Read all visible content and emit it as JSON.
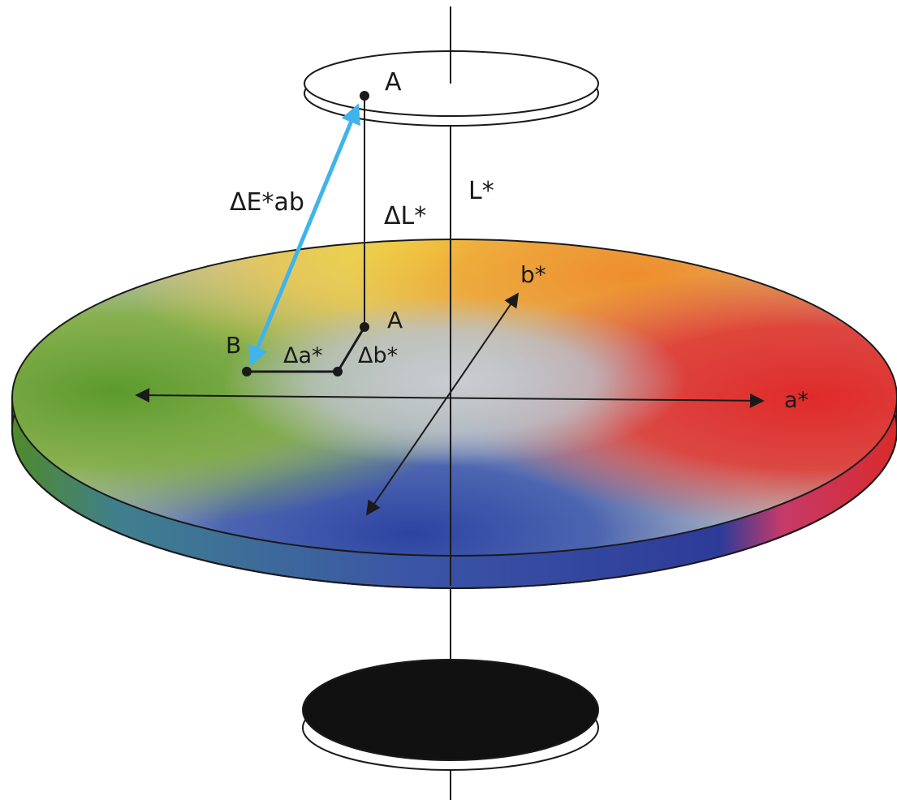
{
  "labels": {
    "point_a_top": "A",
    "point_a_plane": "A",
    "point_b": "B",
    "delta_e_ab": "ΔE*ab",
    "delta_l": "ΔL*",
    "l_axis": "L*",
    "b_axis": "b*",
    "a_axis": "a*",
    "delta_a": "Δa*",
    "delta_b": "Δb*"
  },
  "colors": {
    "delta_e_arrow": "#3fb4ec",
    "outline": "#1a1a1a",
    "white_disk": "#ffffff",
    "black_disk": "#111111",
    "green": "#5c9a2c",
    "yellow": "#f2dc43",
    "red": "#e02a2a",
    "blue": "#2d43a2",
    "neutral": "#b9bec3"
  }
}
